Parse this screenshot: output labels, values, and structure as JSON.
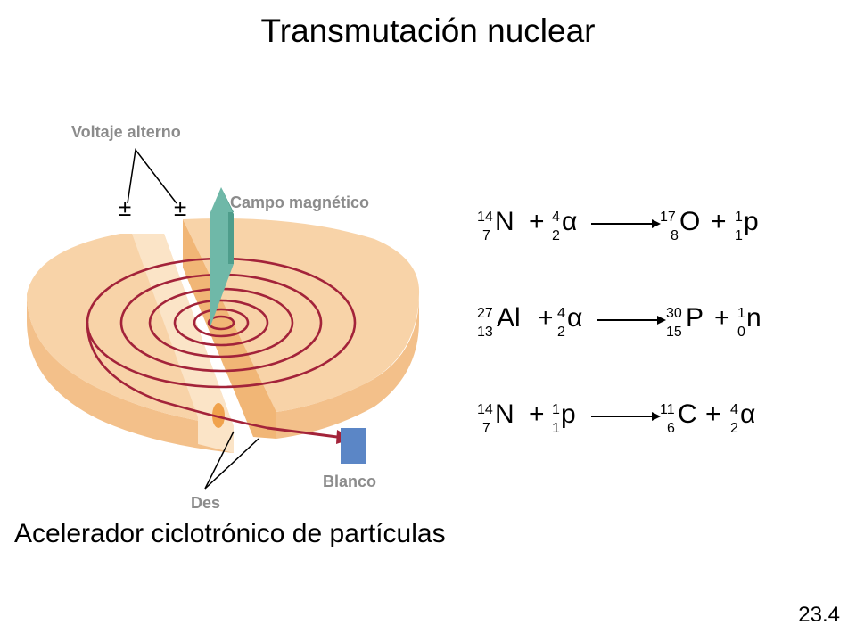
{
  "title": "Transmutación nuclear",
  "diagram": {
    "labels": {
      "alternating_voltage": "Voltaje alterno",
      "magnetic_field": "Campo magnético",
      "target": "Blanco",
      "dees": "Des"
    },
    "polarity_symbols": [
      "±",
      "±"
    ]
  },
  "caption": "Acelerador ciclotrónico de partículas",
  "slide_number": "23.4",
  "plus_sign": "+",
  "equations": [
    {
      "reactants": [
        {
          "mass": "14",
          "atomic": "7",
          "symbol": "N"
        },
        {
          "mass": "4",
          "atomic": "2",
          "symbol": "α"
        }
      ],
      "products": [
        {
          "mass": "17",
          "atomic": "8",
          "symbol": "O"
        },
        {
          "mass": "1",
          "atomic": "1",
          "symbol": "p"
        }
      ]
    },
    {
      "reactants": [
        {
          "mass": "27",
          "atomic": "13",
          "symbol": "Al"
        },
        {
          "mass": "4",
          "atomic": "2",
          "symbol": "α"
        }
      ],
      "products": [
        {
          "mass": "30",
          "atomic": "15",
          "symbol": "P"
        },
        {
          "mass": "1",
          "atomic": "0",
          "symbol": "n"
        }
      ]
    },
    {
      "reactants": [
        {
          "mass": "14",
          "atomic": "7",
          "symbol": "N"
        },
        {
          "mass": "1",
          "atomic": "1",
          "symbol": "p"
        }
      ],
      "products": [
        {
          "mass": "11",
          "atomic": "6",
          "symbol": "C"
        },
        {
          "mass": "4",
          "atomic": "2",
          "symbol": "α"
        }
      ]
    }
  ],
  "colors": {
    "dee_top": "#f8d3a8",
    "dee_side": "#f3c08a",
    "orbit": "#a3233a",
    "field_arrow": "#6fb8a8",
    "target": "#5b86c6",
    "label_gray": "#8c8c8c"
  }
}
